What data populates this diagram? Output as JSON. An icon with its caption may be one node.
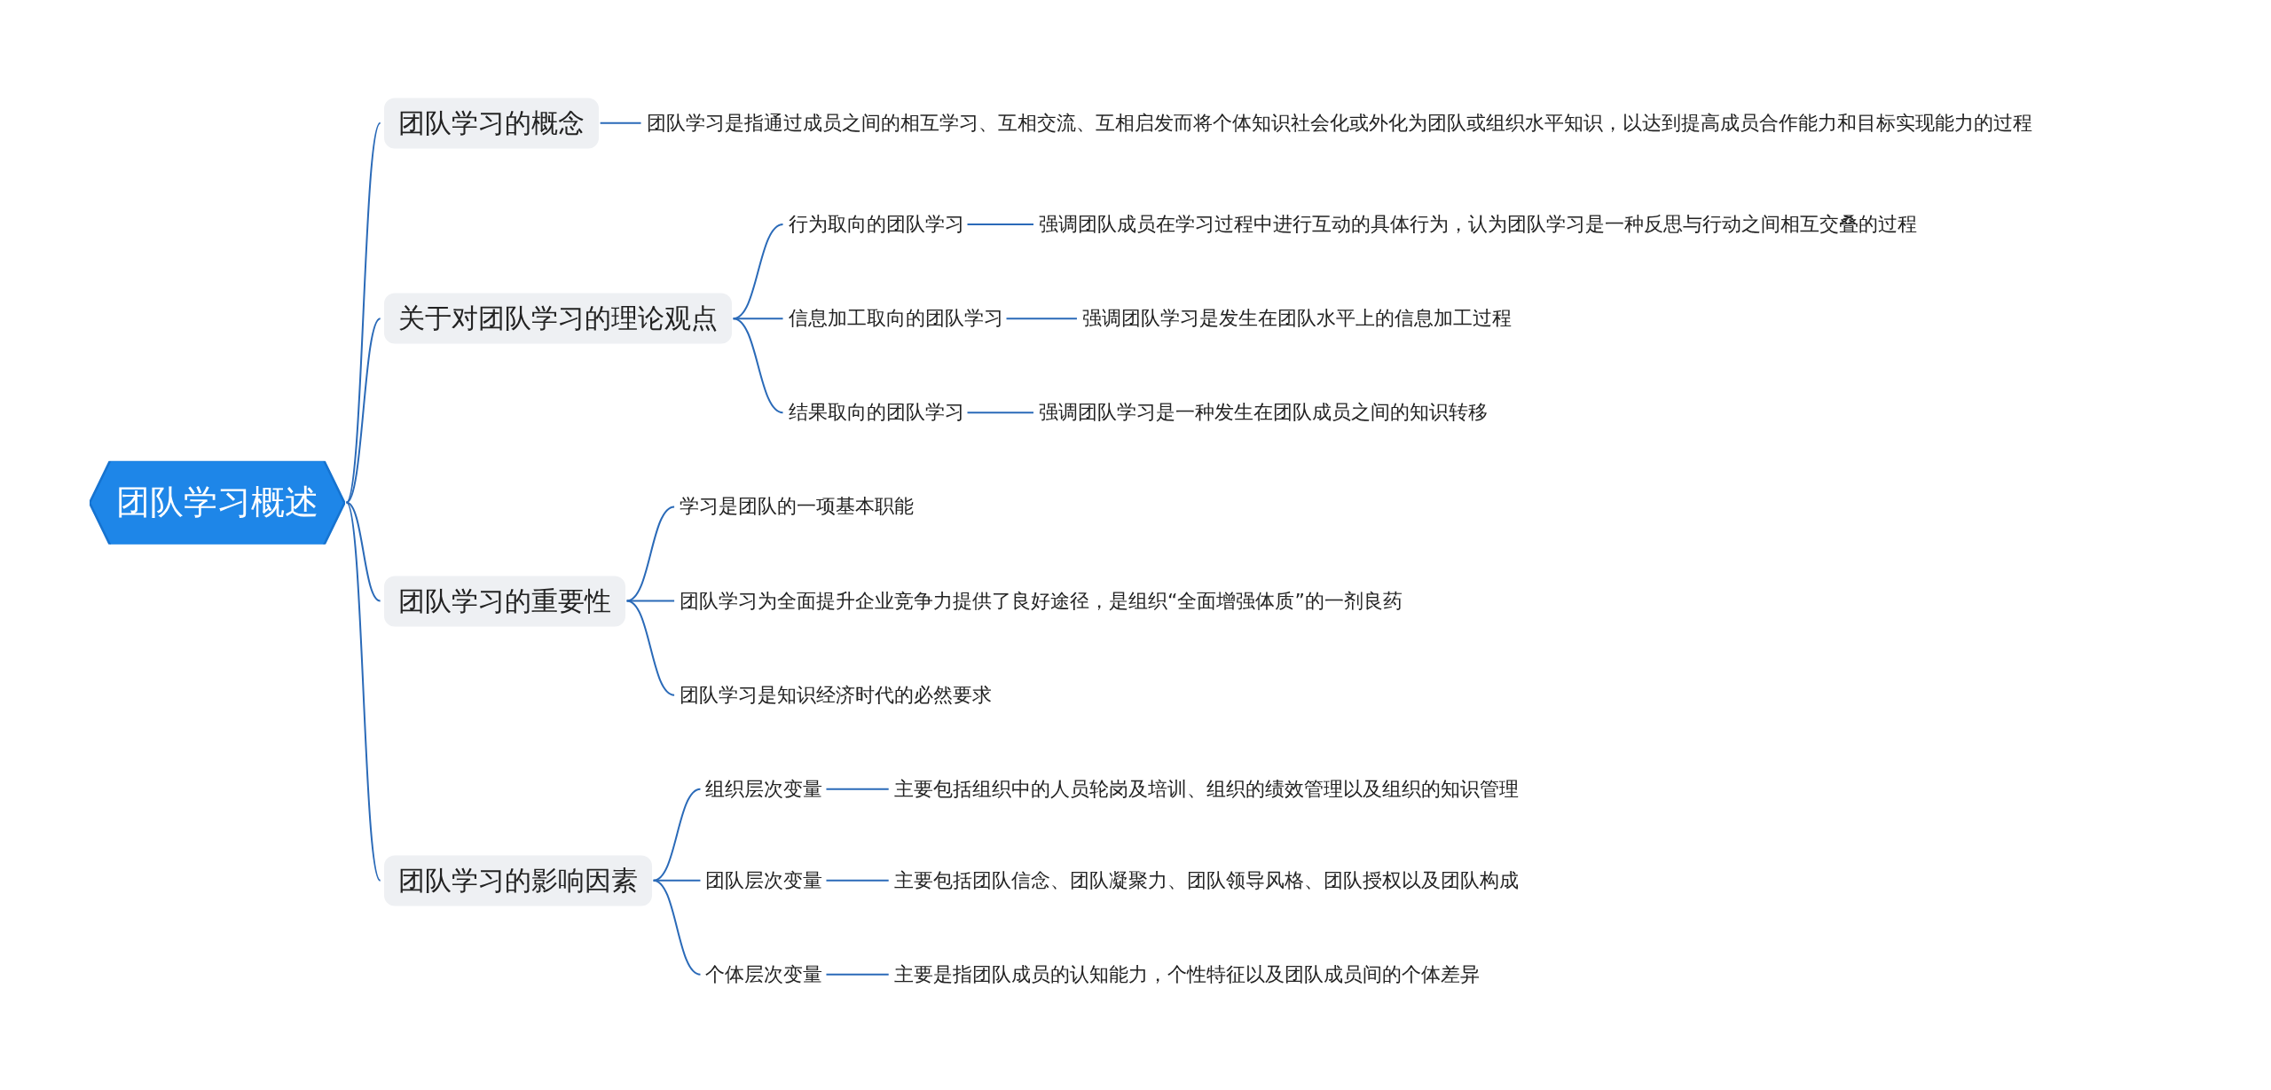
{
  "diagram": {
    "nodes": [
      {
        "text": [
          "团队学习概述"
        ]
      },
      {
        "text": [
          "团队学习的概念"
        ]
      },
      {
        "text": [
          "团队学习是指通过成员之间的相互学习、互相交流、互相启发而将个体知识社会化或外化为团队或组织水平知识，以达到提高成员合作能力和目标实现能力的过程"
        ]
      },
      {
        "text": [
          "关于对团队学习的理论观点"
        ]
      },
      {
        "text": [
          "行为取向的团队学习"
        ]
      },
      {
        "text": [
          "强调团队成员在学习过程中进行互动的具体行为，认为团队学习是一种反思与行动之间相互交叠的过程"
        ]
      },
      {
        "text": [
          "信息加工取向的团队学习"
        ]
      },
      {
        "text": [
          "强调团队学习是发生在团队水平上的信息加工过程"
        ]
      },
      {
        "text": [
          "结果取向的团队学习"
        ]
      },
      {
        "text": [
          "强调团队学习是一种发生在团队成员之间的知识转移"
        ]
      },
      {
        "text": [
          "团队学习的重要性"
        ]
      },
      {
        "text": [
          "学习是团队的一项基本职能"
        ]
      },
      {
        "text": [
          "团队学习为全面提升企业竞争力提供了良好途径，是组织“全面增强体质”的一剂良药"
        ]
      },
      {
        "text": [
          "团队学习是知识经济时代的必然要求"
        ]
      },
      {
        "text": [
          "团队学习的影响因素"
        ]
      },
      {
        "text": [
          "组织层次变量"
        ]
      },
      {
        "text": [
          "主要包括组织中的人员轮岗及培训、组织的绩效管理以及组织的知识管理"
        ]
      },
      {
        "text": [
          "团队层次变量"
        ]
      },
      {
        "text": [
          "主要包括团队信念、团队凝聚力、团队领导风格、团队授权以及团队构成"
        ]
      },
      {
        "text": [
          "个体层次变量"
        ]
      },
      {
        "text": [
          "主要是指团队成员的认知能力，个性特征以及团队成员间的个体差异"
        ]
      }
    ],
    "edges": [
      {
        "from": 0,
        "to": 1,
        "arrow": "none"
      },
      {
        "from": 0,
        "to": 3,
        "arrow": "none"
      },
      {
        "from": 0,
        "to": 10,
        "arrow": "none"
      },
      {
        "from": 0,
        "to": 14,
        "arrow": "none"
      },
      {
        "from": 1,
        "to": 2,
        "arrow": "none"
      },
      {
        "from": 3,
        "to": 4,
        "arrow": "none"
      },
      {
        "from": 3,
        "to": 6,
        "arrow": "none"
      },
      {
        "from": 3,
        "to": 8,
        "arrow": "none"
      },
      {
        "from": 4,
        "to": 5,
        "arrow": "none"
      },
      {
        "from": 6,
        "to": 7,
        "arrow": "none"
      },
      {
        "from": 8,
        "to": 9,
        "arrow": "none"
      },
      {
        "from": 10,
        "to": 11,
        "arrow": "none"
      },
      {
        "from": 10,
        "to": 12,
        "arrow": "none"
      },
      {
        "from": 10,
        "to": 13,
        "arrow": "none"
      },
      {
        "from": 14,
        "to": 15,
        "arrow": "none"
      },
      {
        "from": 14,
        "to": 17,
        "arrow": "none"
      },
      {
        "from": 14,
        "to": 19,
        "arrow": "none"
      },
      {
        "from": 15,
        "to": 16,
        "arrow": "none"
      },
      {
        "from": 17,
        "to": 18,
        "arrow": "none"
      },
      {
        "from": 19,
        "to": 20,
        "arrow": "none"
      }
    ]
  }
}
